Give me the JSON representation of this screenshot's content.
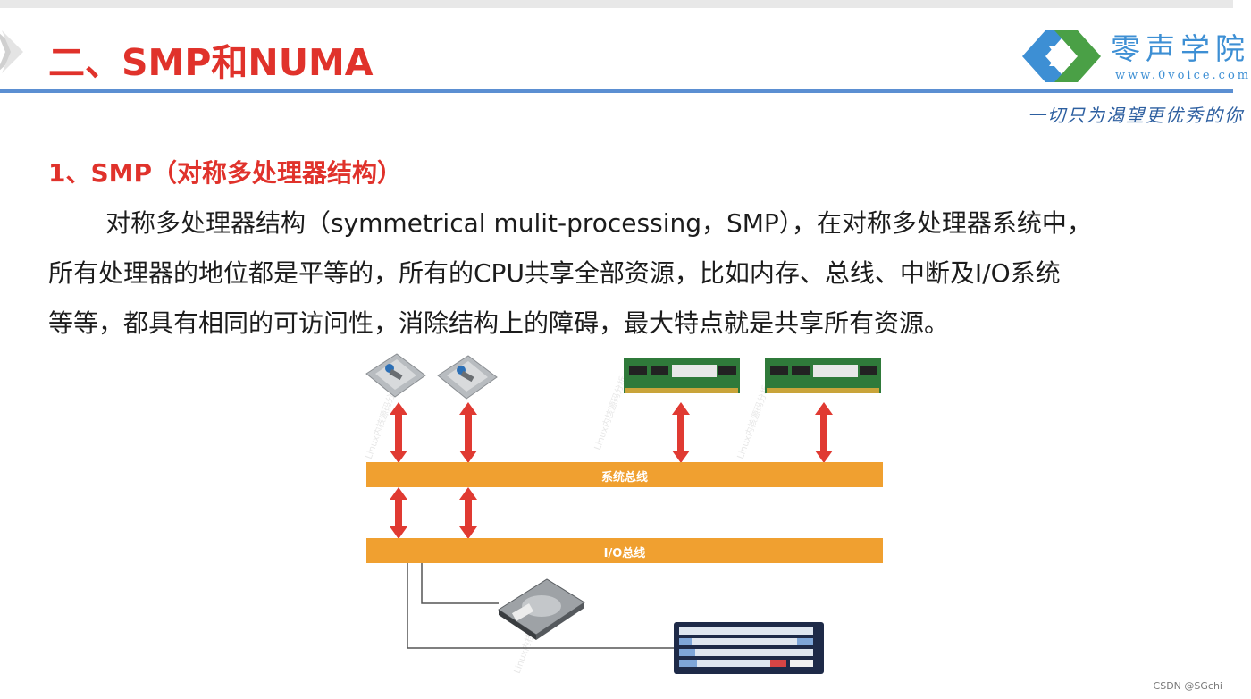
{
  "header": {
    "title": "二、SMP和NUMA",
    "logo": {
      "name": "零声学院",
      "url": "www.0voice.com",
      "slogan": "一切只为渴望更优秀的你",
      "colors": {
        "blue": "#3d8fd4",
        "green": "#4aa046"
      }
    },
    "accent_color": "#e0322b",
    "rule_color": "#5b8fd2"
  },
  "section": {
    "title": "1、SMP（对称多处理器结构）",
    "paragraph_lines": [
      "对称多处理器结构（symmetrical mulit-processing，SMP），在对称多处理器系统中，",
      "所有处理器的地位都是平等的，所有的CPU共享全部资源，比如内存、总线、中断及I/O系统",
      "等等，都具有相同的可访问性，消除结构上的障碍，最大特点就是共享所有资源。"
    ]
  },
  "diagram": {
    "cpus": [
      {
        "icon": "cpu-chip-icon"
      },
      {
        "icon": "cpu-chip-icon"
      }
    ],
    "memory": [
      {
        "icon": "ram-module-icon"
      },
      {
        "icon": "ram-module-icon"
      }
    ],
    "system_bus_label": "系统总线",
    "io_bus_label": "I/O总线",
    "devices": [
      {
        "icon": "hard-disk-icon"
      },
      {
        "icon": "keyboard-icon"
      }
    ],
    "bus_color": "#f0a030",
    "arrow_color": "#e03a32"
  },
  "footer": {
    "credit": "CSDN @SGchi"
  }
}
